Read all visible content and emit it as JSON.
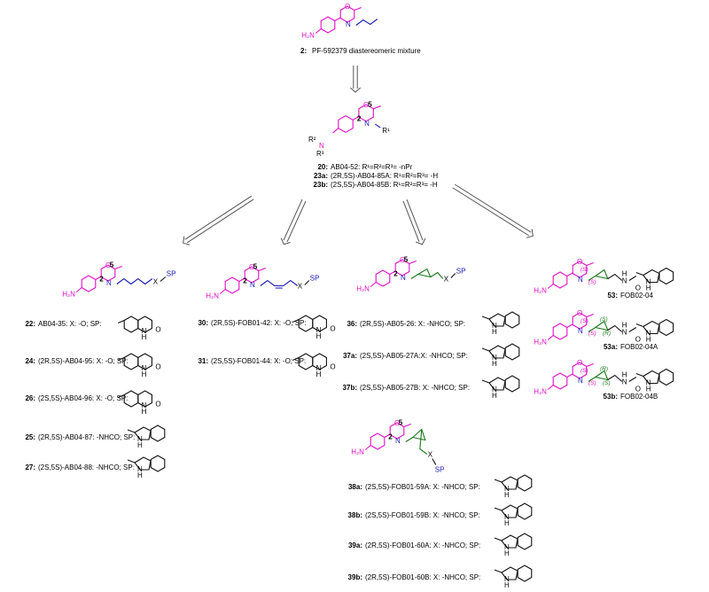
{
  "top": {
    "caption_num": "2:",
    "caption_text": "PF-592379 diastereomeric mixture",
    "labels": {
      "nh2": "H₂N",
      "o": "O",
      "n": "N"
    }
  },
  "middle": {
    "labels": {
      "n": "N",
      "o": "O",
      "r1": "R¹",
      "r2": "R²",
      "r3": "R³",
      "pos5": "5",
      "pos2": "2"
    },
    "captions": [
      {
        "num": "20:",
        "text": "AB04-52: R¹=R²=R³= -nPr"
      },
      {
        "num": "23a:",
        "text": "(2R,5S)-AB04-85A: R¹=R²=R³= -H"
      },
      {
        "num": "23b:",
        "text": "(2S,5S)-AB04-85B: R¹=R²=R³= -H"
      }
    ]
  },
  "series": [
    {
      "scaffold": {
        "nh2": "H₂N",
        "o": "O",
        "n": "N",
        "x": "X",
        "sp": "SP",
        "pos5": "5",
        "pos2": "2"
      },
      "items": [
        {
          "num": "22:",
          "text": "AB04-35: X: -O; SP:",
          "sp": "dihydroquinolinone"
        },
        {
          "num": "24:",
          "text": "(2R,5S)-AB04-95: X: -O; SP:",
          "sp": "dihydroquinolinone"
        },
        {
          "num": "26:",
          "text": "(2S,5S)-AB04-96: X: -O; SP:",
          "sp": "dihydroquinolinone"
        },
        {
          "num": "25:",
          "text": "(2R,5S)-AB04-87: -NHCO; SP:",
          "sp": "indole"
        },
        {
          "num": "27:",
          "text": "(2S,5S)-AB04-88: -NHCO; SP:",
          "sp": "indole"
        }
      ]
    },
    {
      "scaffold": {
        "nh2": "H₂N",
        "o": "O",
        "n": "N",
        "x": "X",
        "sp": "SP",
        "pos5": "5",
        "pos2": "2"
      },
      "items": [
        {
          "num": "30:",
          "text": "(2R,5S)-FOB01-42: X: -O; SP:",
          "sp": "dihydroquinolinone"
        },
        {
          "num": "31:",
          "text": "(2S,5S)-FOB01-44: X: -O; SP:",
          "sp": "dihydroquinolinone"
        }
      ]
    },
    {
      "scaffold": {
        "nh2": "H₂N",
        "o": "O",
        "n": "N",
        "x": "X",
        "sp": "SP",
        "pos5": "5",
        "pos2": "2"
      },
      "items": [
        {
          "num": "36:",
          "text": "(2R,5S)-AB05-26: X: -NHCO; SP:",
          "sp": "indole"
        },
        {
          "num": "37a:",
          "text": "(2S,5S)-AB05-27A:X: -NHCO; SP:",
          "sp": "indole"
        },
        {
          "num": "37b:",
          "text": "(2S,5S)-AB05-27B: X: -NHCO; SP:",
          "sp": "indole"
        }
      ],
      "scaffold2": {
        "nh2": "H₂N",
        "o": "O",
        "n": "N",
        "x": "X",
        "sp": "SP",
        "pos5": "5",
        "pos2": "2"
      },
      "items2": [
        {
          "num": "38a:",
          "text": "(2S,5S)-FOB01-59A: X: -NHCO; SP:",
          "sp": "indole"
        },
        {
          "num": "38b:",
          "text": "(2S,5S)-FOB01-59B: X: -NHCO; SP:",
          "sp": "indole"
        },
        {
          "num": "39a:",
          "text": "(2R,5S)-FOB01-60A: X: -NHCO; SP:",
          "sp": "indole"
        },
        {
          "num": "39b:",
          "text": "(2R,5S)-FOB01-60B: X: -NHCO; SP:",
          "sp": "indole"
        }
      ]
    },
    {
      "items": [
        {
          "num": "53:",
          "text": "FOB02-04",
          "stereo": [
            "(S)",
            "(S)"
          ]
        },
        {
          "num": "53a:",
          "text": "FOB02-04A",
          "stereo": [
            "(S)",
            "(S)",
            "(S)",
            "(R)"
          ]
        },
        {
          "num": "53b:",
          "text": "FOB02-04B",
          "stereo": [
            "(S)",
            "(S)",
            "(R)",
            "(S)"
          ]
        }
      ],
      "labels": {
        "nh2": "H₂N",
        "o": "O",
        "n": "N",
        "nh": "N",
        "h": "H",
        "amide_o": "O"
      }
    }
  ],
  "colors": {
    "head": "#e010c8",
    "spacer": "#1818b8",
    "linker": "#1a7a1a"
  }
}
